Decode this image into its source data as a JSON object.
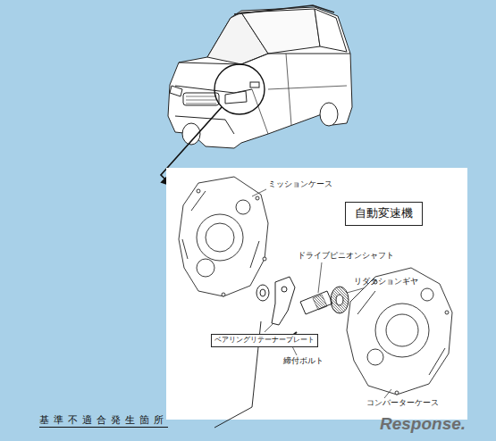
{
  "diagram": {
    "nodes": [
      {
        "text": [
          "自動変速機"
        ]
      },
      {
        "text": [
          "ベアリングリテーナープレート"
        ]
      }
    ],
    "labels": [
      "ミッションケース",
      "ドライブピニオンシャフト",
      "リダクションギヤ",
      "締付ボルト",
      "コンバーターケース",
      "基準不適合発生箇所",
      "Response."
    ]
  }
}
